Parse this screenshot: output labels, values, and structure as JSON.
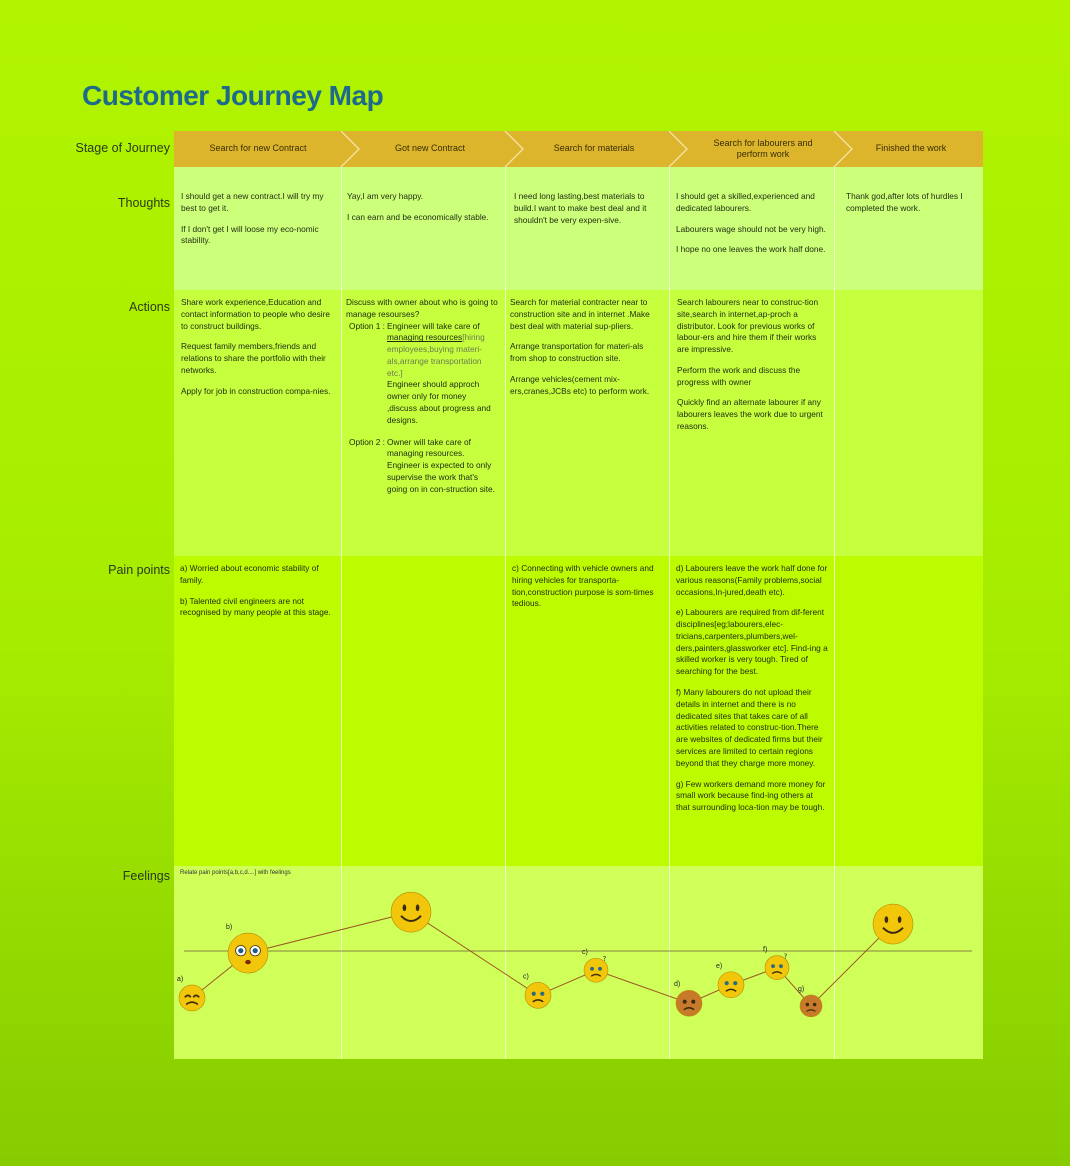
{
  "title": "Customer Journey Map",
  "rows": {
    "stage": "Stage of Journey",
    "thoughts": "Thoughts",
    "actions": "Actions",
    "pain": "Pain points",
    "feelings": "Feelings"
  },
  "stages": [
    "Search for new Contract",
    "Got new Contract",
    "Search for materials",
    "Search for labourers and perform work",
    "Finished the work"
  ],
  "thoughts": [
    [
      "I should get a new contract.I will try my best to get it.",
      "If I don't get I will loose my eco-nomic stability."
    ],
    [
      "Yay,I am very happy.",
      "I can earn and be economically stable."
    ],
    [
      "I need long lasting,best materials to build.I want to make best deal and it shouldn't be very expen-sive."
    ],
    [
      "I should get a skilled,experienced and dedicated labourers.",
      "Labourers wage should not be very high.",
      "I hope no one leaves the work half done."
    ],
    [
      "Thank god,after lots of hurdles I completed the work."
    ]
  ],
  "actions": {
    "col1": [
      "Share work experience,Education and contact information to people who desire to construct buildings.",
      "Request family members,friends and relations to share the portfolio with their networks.",
      "Apply for job in construction compa-nies."
    ],
    "col2": {
      "intro": "Discuss with owner about who is going to manage resourses?",
      "opt1_key": "Option 1 :",
      "opt1_a": "Engineer will take care of",
      "opt1_link": "managing resources",
      "opt1_gray": "[hiring employees,buying materi-als,arrange transportation etc.]",
      "opt1_b": "Engineer should approch owner only for money ,discuss about progress and designs.",
      "opt2_key": "Option 2 :",
      "opt2": "Owner will take care of managing resources. Engineer is expected to only supervise the work that's going on in con-struction site."
    },
    "col3": [
      "Search for material contracter near to construction site and in internet .Make best deal with material sup-pliers.",
      "Arrange transportation for materi-als from shop to construction site.",
      "Arrange vehicles(cement mix-ers,cranes,JCBs etc) to perform work."
    ],
    "col4": [
      "Search labourers near to construc-tion site,search in internet,ap-proch a distributor. Look for previous works of labour-ers and hire them if their works are impressive.",
      "Perform the work and discuss the progress with owner",
      "Quickly find an alternate labourer if any labourers leaves the work due to urgent reasons."
    ]
  },
  "pain": {
    "col1": [
      "a) Worried about economic stability of family.",
      "b) Talented civil engineers are not recognised by many people at this stage."
    ],
    "col3": [
      "c) Connecting with vehicle owners and hiring vehicles for transporta-tion,construction purpose is som-times tedious."
    ],
    "col4": [
      "d) Labourers leave the work half done for various reasons(Family problems,social occasions,In-jured,death etc).",
      "e) Labourers are required from dif-ferent disciplines[eg;labourers,elec-tricians,carpenters,plumbers,wel-ders,painters,glassworker etc]. Find-ing a skilled worker is very tough. Tired of searching for the best.",
      "f) Many labourers do not upload their details in internet and there is no dedicated sites that takes care of all activities related to construc-tion.There are websites of dedicated firms but their services are limited to certain regions beyond that they charge more money.",
      "g) Few workers demand more money for small work because find-ing others at that surrounding loca-tion may be tough."
    ]
  },
  "feelings_note": "Relate pain points[a,b,c,d....] with feelings",
  "feelings": [
    {
      "label": "a)",
      "mood": "worried",
      "level": 0.22
    },
    {
      "label": "b)",
      "mood": "shocked",
      "level": 0.56
    },
    {
      "label": "",
      "mood": "happy",
      "level": 0.87
    },
    {
      "label": "c)",
      "mood": "sad",
      "level": 0.24
    },
    {
      "label": "c)",
      "mood": "confused",
      "level": 0.43
    },
    {
      "label": "d)",
      "mood": "angry",
      "level": 0.18
    },
    {
      "label": "e)",
      "mood": "sad",
      "level": 0.32
    },
    {
      "label": "f)",
      "mood": "confused",
      "level": 0.45
    },
    {
      "label": "g)",
      "mood": "angry",
      "level": 0.16
    },
    {
      "label": "",
      "mood": "happy",
      "level": 0.78
    }
  ],
  "colors": {
    "title": "#1d6a8b",
    "stage_bar": "#dcb52c",
    "curve": "#9b5a22",
    "emoji_yellow": "#f2c60a",
    "emoji_angry": "#c77a2a"
  }
}
